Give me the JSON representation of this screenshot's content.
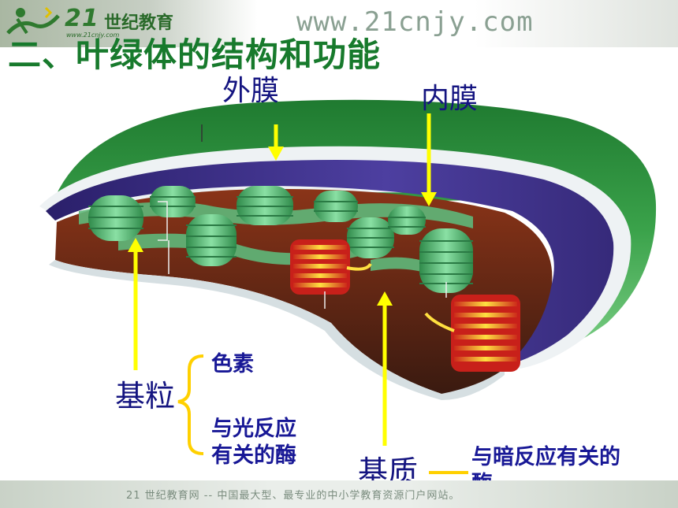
{
  "header": {
    "logo_number": "21",
    "logo_text": "世纪教育",
    "logo_sub": "www.21cnjy.com",
    "url": "www.21cnjy.com"
  },
  "slide": {
    "title": "二、叶绿体的结构和功能"
  },
  "labels": {
    "outer_membrane": "外膜",
    "inner_membrane": "内膜",
    "grana": "基粒",
    "stroma": "基质"
  },
  "notes": {
    "pigment": "色素",
    "light_reaction_enzymes": "与光反应有关的酶",
    "dark_reaction_enzymes": "与暗反应有关的酶"
  },
  "footer": {
    "text": "21 世纪教育网 -- 中国最大型、最专业的中小学教育资源门户网站。"
  },
  "colors": {
    "title": "#177a2c",
    "label": "#141480",
    "arrow": "#ffff00",
    "outer_membrane": "#3a9a4a",
    "inner_membrane": "#4a3a9a",
    "stroma": "#7a2a18",
    "thylakoid": "#5fc080"
  }
}
